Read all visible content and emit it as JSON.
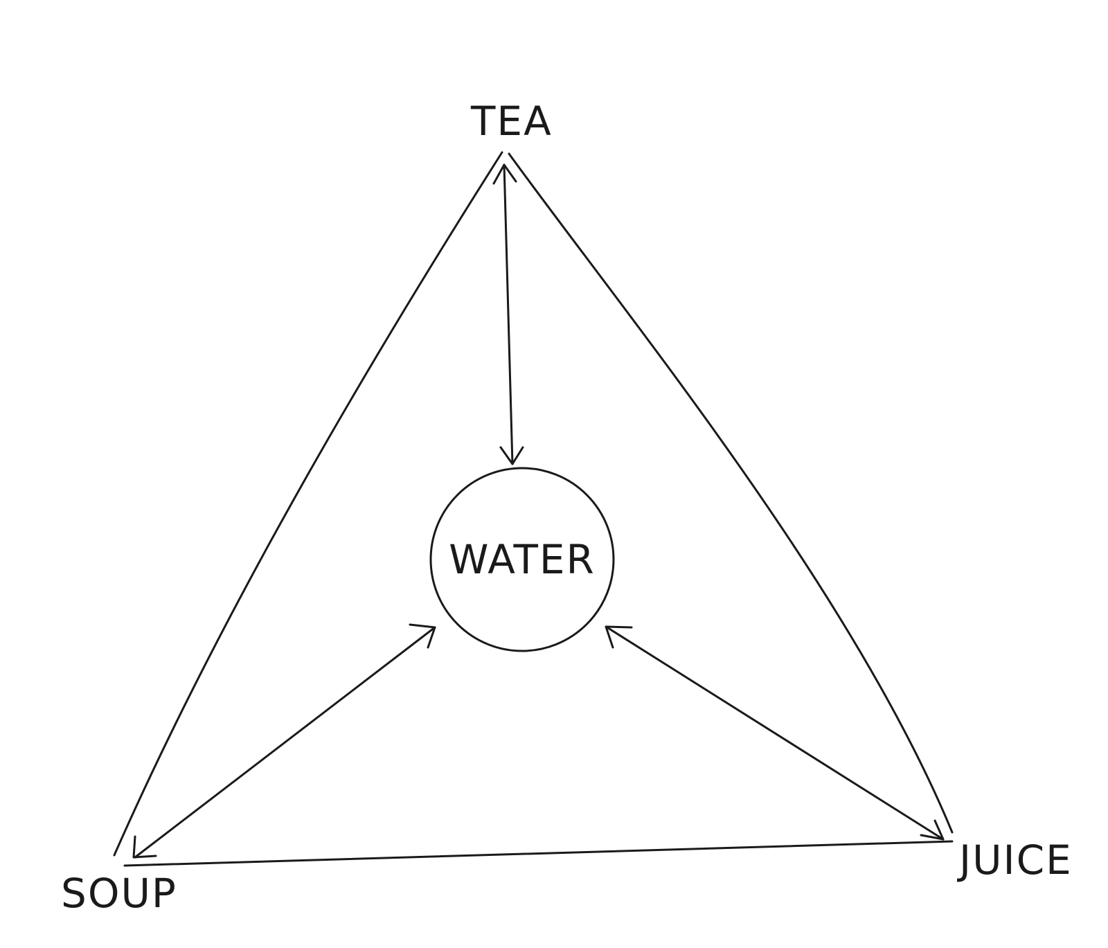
{
  "nodes": {
    "tea": "TEA",
    "water": "WATER",
    "soup": "SOUP",
    "juice": "JUICE"
  }
}
